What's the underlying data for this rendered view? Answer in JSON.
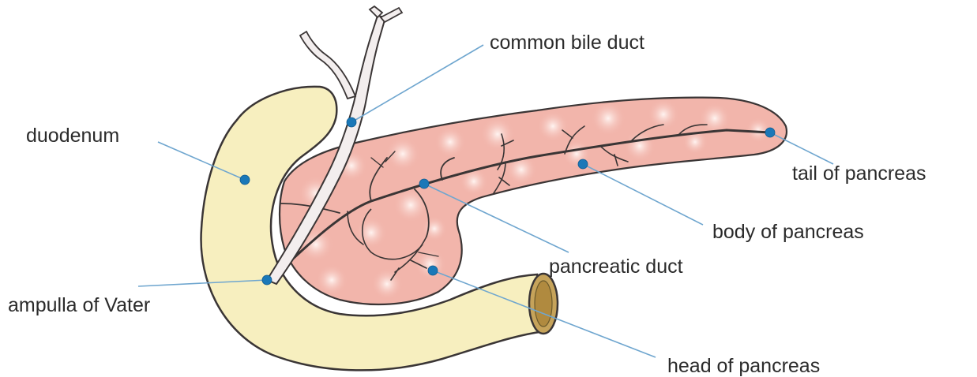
{
  "labels": {
    "common_bile_duct": "common bile duct",
    "duodenum": "duodenum",
    "tail_of_pancreas": "tail of pancreas",
    "body_of_pancreas": "body of pancreas",
    "pancreatic_duct": "pancreatic duct",
    "ampulla_of_vater": "ampulla of Vater",
    "head_of_pancreas": "head of pancreas"
  },
  "colors": {
    "duodenum_fill": "#f7efbf",
    "pancreas_fill": "#f2b5ab",
    "pancreas_spot": "#fde4de",
    "duct_fill": "#f3eeee",
    "outline": "#3a3535",
    "leader_line": "#6fa6cf",
    "marker": "#1a78b8"
  }
}
